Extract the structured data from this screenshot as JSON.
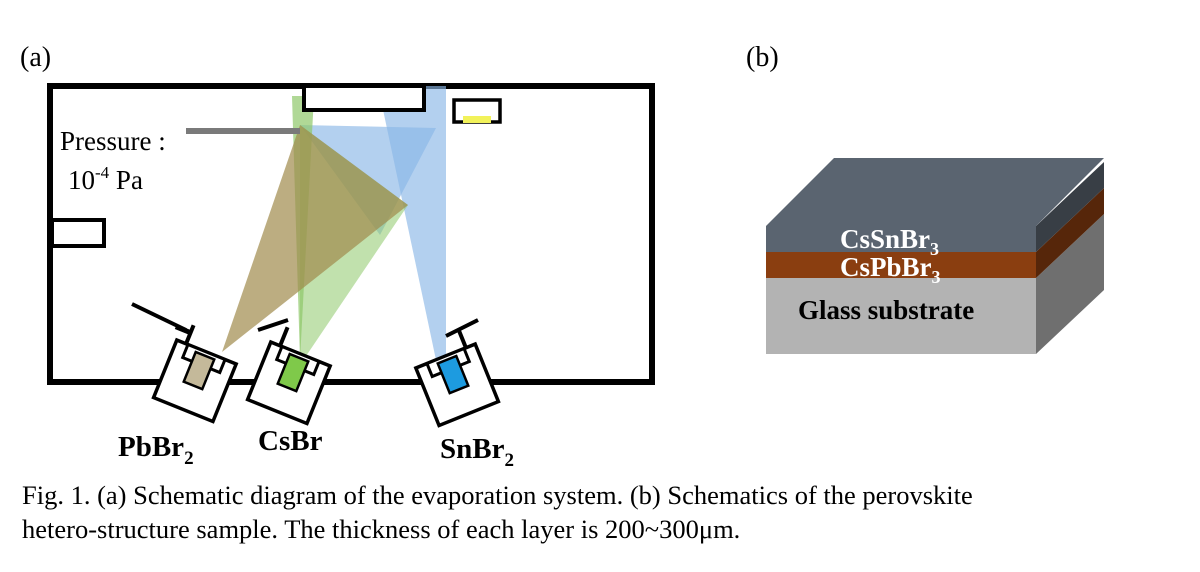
{
  "panel_a": {
    "label": "(a)",
    "pressure_line1": "Pressure :",
    "pressure_base": "10",
    "pressure_exp": "-4",
    "pressure_unit": " Pa",
    "sources": [
      {
        "base": "PbBr",
        "sub": "2",
        "color": "#c4b99a"
      },
      {
        "base": "CsBr",
        "sub": "",
        "color": "#7fc94a"
      },
      {
        "base": "SnBr",
        "sub": "2",
        "color": "#1d9be0"
      }
    ],
    "beam_colors": {
      "pbbr2": "#a08a4c",
      "csbr": "#8ec86a",
      "snbr2": "#8ab7e6"
    },
    "sensor_color": "#f2f25a"
  },
  "panel_b": {
    "label": "(b)",
    "layers": [
      {
        "base": "CsSnBr",
        "sub": "3",
        "color": "#5a6470"
      },
      {
        "base": "CsPbBr",
        "sub": "3",
        "color": "#8a3e10"
      },
      {
        "base": "Glass substrate",
        "sub": "",
        "color": "#b3b3b3"
      }
    ]
  },
  "caption": {
    "line1": "Fig. 1. (a) Schematic diagram of the evaporation system. (b) Schematics of the perovskite",
    "line2": "hetero-structure sample. The thickness of each layer is 200~300μm."
  }
}
